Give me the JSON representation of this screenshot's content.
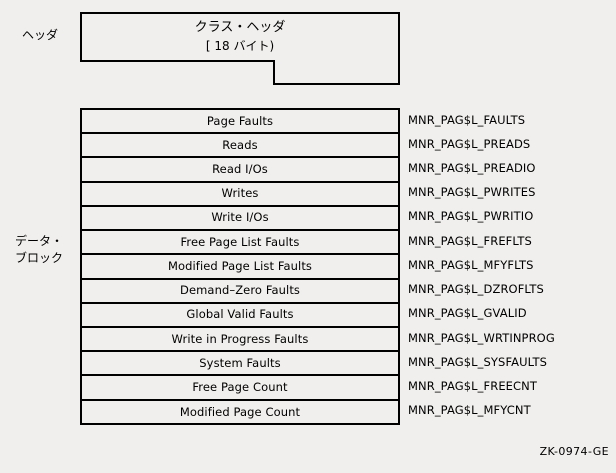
{
  "figure": {
    "id_label": "ZK-0974-GE"
  },
  "sections": {
    "header_label": "ヘッダ",
    "datablock_label": "データ・\nブロック"
  },
  "header_box": {
    "title": "クラス・ヘッダ",
    "size_note": "[ 18 バイト)"
  },
  "datablock": {
    "rows": [
      {
        "field": "Page Faults",
        "symbol": "MNR_PAG$L_FAULTS"
      },
      {
        "field": "Reads",
        "symbol": "MNR_PAG$L_PREADS"
      },
      {
        "field": "Read I/Os",
        "symbol": "MNR_PAG$L_PREADIO"
      },
      {
        "field": "Writes",
        "symbol": "MNR_PAG$L_PWRITES"
      },
      {
        "field": "Write I/Os",
        "symbol": "MNR_PAG$L_PWRITIO"
      },
      {
        "field": "Free Page List Faults",
        "symbol": "MNR_PAG$L_FREFLTS"
      },
      {
        "field": "Modified Page List Faults",
        "symbol": "MNR_PAG$L_MFYFLTS"
      },
      {
        "field": "Demand–Zero Faults",
        "symbol": "MNR_PAG$L_DZROFLTS"
      },
      {
        "field": "Global Valid Faults",
        "symbol": "MNR_PAG$L_GVALID"
      },
      {
        "field": "Write in Progress Faults",
        "symbol": "MNR_PAG$L_WRTINPROG"
      },
      {
        "field": "System Faults",
        "symbol": "MNR_PAG$L_SYSFAULTS"
      },
      {
        "field": "Free Page Count",
        "symbol": "MNR_PAG$L_FREECNT"
      },
      {
        "field": "Modified Page Count",
        "symbol": "MNR_PAG$L_MFYCNT"
      }
    ]
  },
  "colors": {
    "background": "#f1efed",
    "line": "#000000",
    "text": "#000000"
  }
}
